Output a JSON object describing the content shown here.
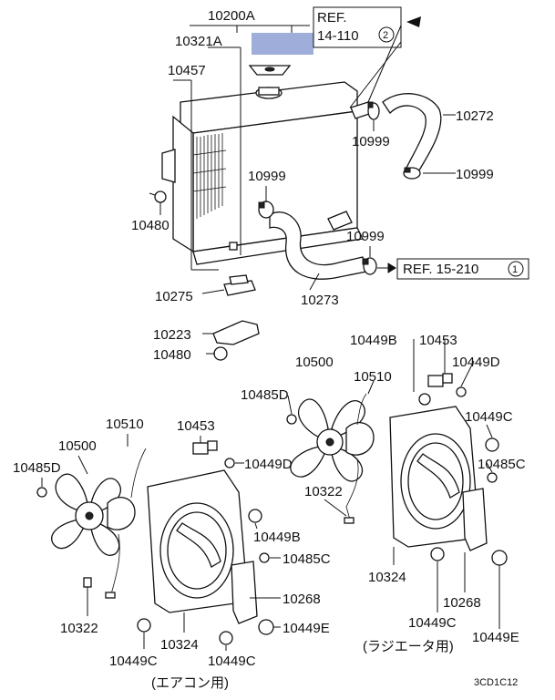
{
  "labels": {
    "p10200A": "10200A",
    "p10321A": "10321A",
    "p10457": "10457",
    "p10480_top": "10480",
    "p10275": "10275",
    "p10223": "10223",
    "p10480_mid": "10480",
    "p10272": "10272",
    "p10999_a": "10999",
    "p10999_b": "10999",
    "p10999_c": "10999",
    "p10999_d": "10999",
    "p10273": "10273",
    "p10449B_r": "10449B",
    "p10453_r": "10453",
    "p10449D_r": "10449D",
    "p10500_r": "10500",
    "p10510_r": "10510",
    "p10485D_r": "10485D",
    "p10449C_r1": "10449C",
    "p10485C_r": "10485C",
    "p10322_r": "10322",
    "p10324_r": "10324",
    "p10268_r": "10268",
    "p10449C_r2": "10449C",
    "p10449E_r": "10449E",
    "p10510_l": "10510",
    "p10500_l": "10500",
    "p10485D_l": "10485D",
    "p10453_l": "10453",
    "p10449D_l": "10449D",
    "p10449B_l": "10449B",
    "p10485C_l": "10485C",
    "p10268_l": "10268",
    "p10449E_l": "10449E",
    "p10322_l": "10322",
    "p10449C_l1": "10449C",
    "p10324_l": "10324",
    "p10449C_l2": "10449C"
  },
  "refs": {
    "ref1_line1": "REF.",
    "ref1_line2": "14-110",
    "ref1_circle": "2",
    "ref2_text": "REF. 15-210",
    "ref2_circle": "1"
  },
  "captions": {
    "aircon": "(エアコン用)",
    "radiator": "(ラジエータ用)",
    "code": "3CD1C12"
  }
}
